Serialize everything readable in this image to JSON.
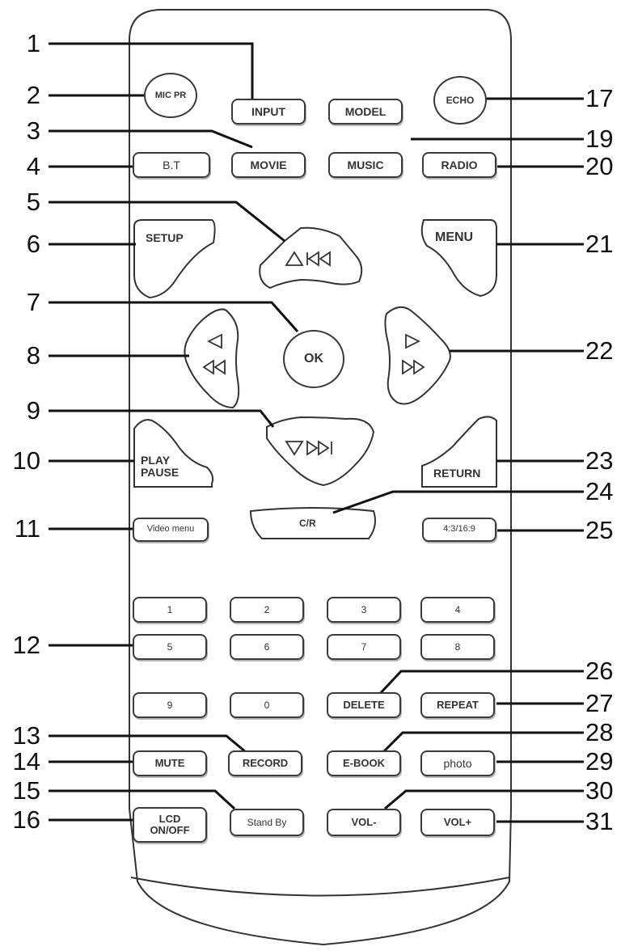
{
  "buttons": {
    "input": "INPUT",
    "model": "MODEL",
    "movie": "MOVIE",
    "music": "MUSIC",
    "bt": "B.T",
    "radio": "RADIO",
    "mic_pr": "MIC PR",
    "echo": "ECHO",
    "setup": "SETUP",
    "menu": "MENU",
    "ok": "OK",
    "play": "PLAY",
    "pause": "PAUSE",
    "return": "RETURN",
    "video_menu": "Video menu",
    "cr": "C/R",
    "aspect": "4:3/16:9",
    "digits": [
      "1",
      "2",
      "3",
      "4",
      "5",
      "6",
      "7",
      "8",
      "9",
      "0"
    ],
    "delete": "DELETE",
    "repeat": "REPEAT",
    "mute": "MUTE",
    "record": "RECORD",
    "ebook": "E-BOOK",
    "photo": "photo",
    "lcd": "LCD",
    "on_off": "ON/OFF",
    "standby": "Stand By",
    "vol_minus": "VOL-",
    "vol_plus": "VOL+"
  },
  "callouts": [
    "1",
    "2",
    "3",
    "4",
    "5",
    "6",
    "7",
    "8",
    "9",
    "10",
    "11",
    "12",
    "13",
    "14",
    "15",
    "16",
    "17",
    "19",
    "20",
    "21",
    "22",
    "23",
    "24",
    "25",
    "26",
    "27",
    "28",
    "29",
    "30",
    "31"
  ]
}
